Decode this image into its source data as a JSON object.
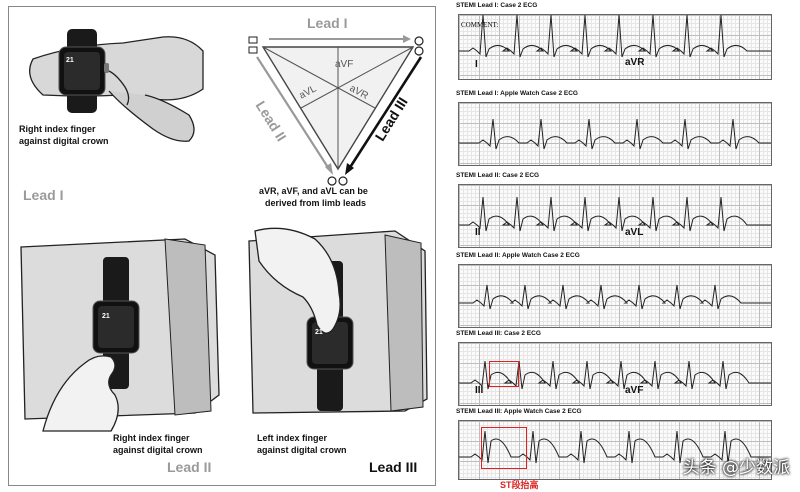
{
  "left_panel": {
    "diagram": {
      "lead_i": "Lead I",
      "lead_ii": "Lead II",
      "lead_iii": "Lead III",
      "avf": "aVF",
      "avl": "aVL",
      "avr": "aVR",
      "caption": [
        "aVR, aVF, and aVL can be",
        "derived from limb leads"
      ]
    },
    "lead1_quadrant": {
      "caption": [
        "Right index finger",
        "against digital crown"
      ],
      "label": "Lead I",
      "watch_time": "21"
    },
    "lead2_quadrant": {
      "caption": [
        "Right index finger",
        "against digital crown"
      ],
      "label": "Lead II",
      "watch_time": "21"
    },
    "lead3_quadrant": {
      "caption": [
        "Left index finger",
        "against digital crown"
      ],
      "label": "Lead III",
      "watch_time": "21"
    }
  },
  "ecg_panels": [
    {
      "title": "STEMI Lead I: Case 2 ECG",
      "comment": "COMMENT:",
      "labels": [
        "I",
        "aVR"
      ],
      "kind": "standard"
    },
    {
      "title": "STEMI Lead I: Apple Watch Case 2 ECG",
      "labels": [],
      "kind": "watch"
    },
    {
      "title": "STEMI Lead II: Case 2 ECG",
      "labels": [
        "II",
        "aVL"
      ],
      "kind": "standard"
    },
    {
      "title": "STEMI Lead II: Apple Watch Case 2 ECG",
      "labels": [],
      "kind": "watch"
    },
    {
      "title": "STEMI Lead III: Case 2 ECG",
      "labels": [
        "III",
        "aVF"
      ],
      "kind": "standard"
    },
    {
      "title": "STEMI Lead III: Apple Watch Case 2 ECG",
      "labels": [],
      "kind": "watch-st"
    }
  ],
  "st_note": "ST段抬高",
  "watermark": "头条 @少数派",
  "colors": {
    "highlight": "#e02020",
    "lead_gray": "#9a9a9a",
    "ink": "#111111"
  }
}
